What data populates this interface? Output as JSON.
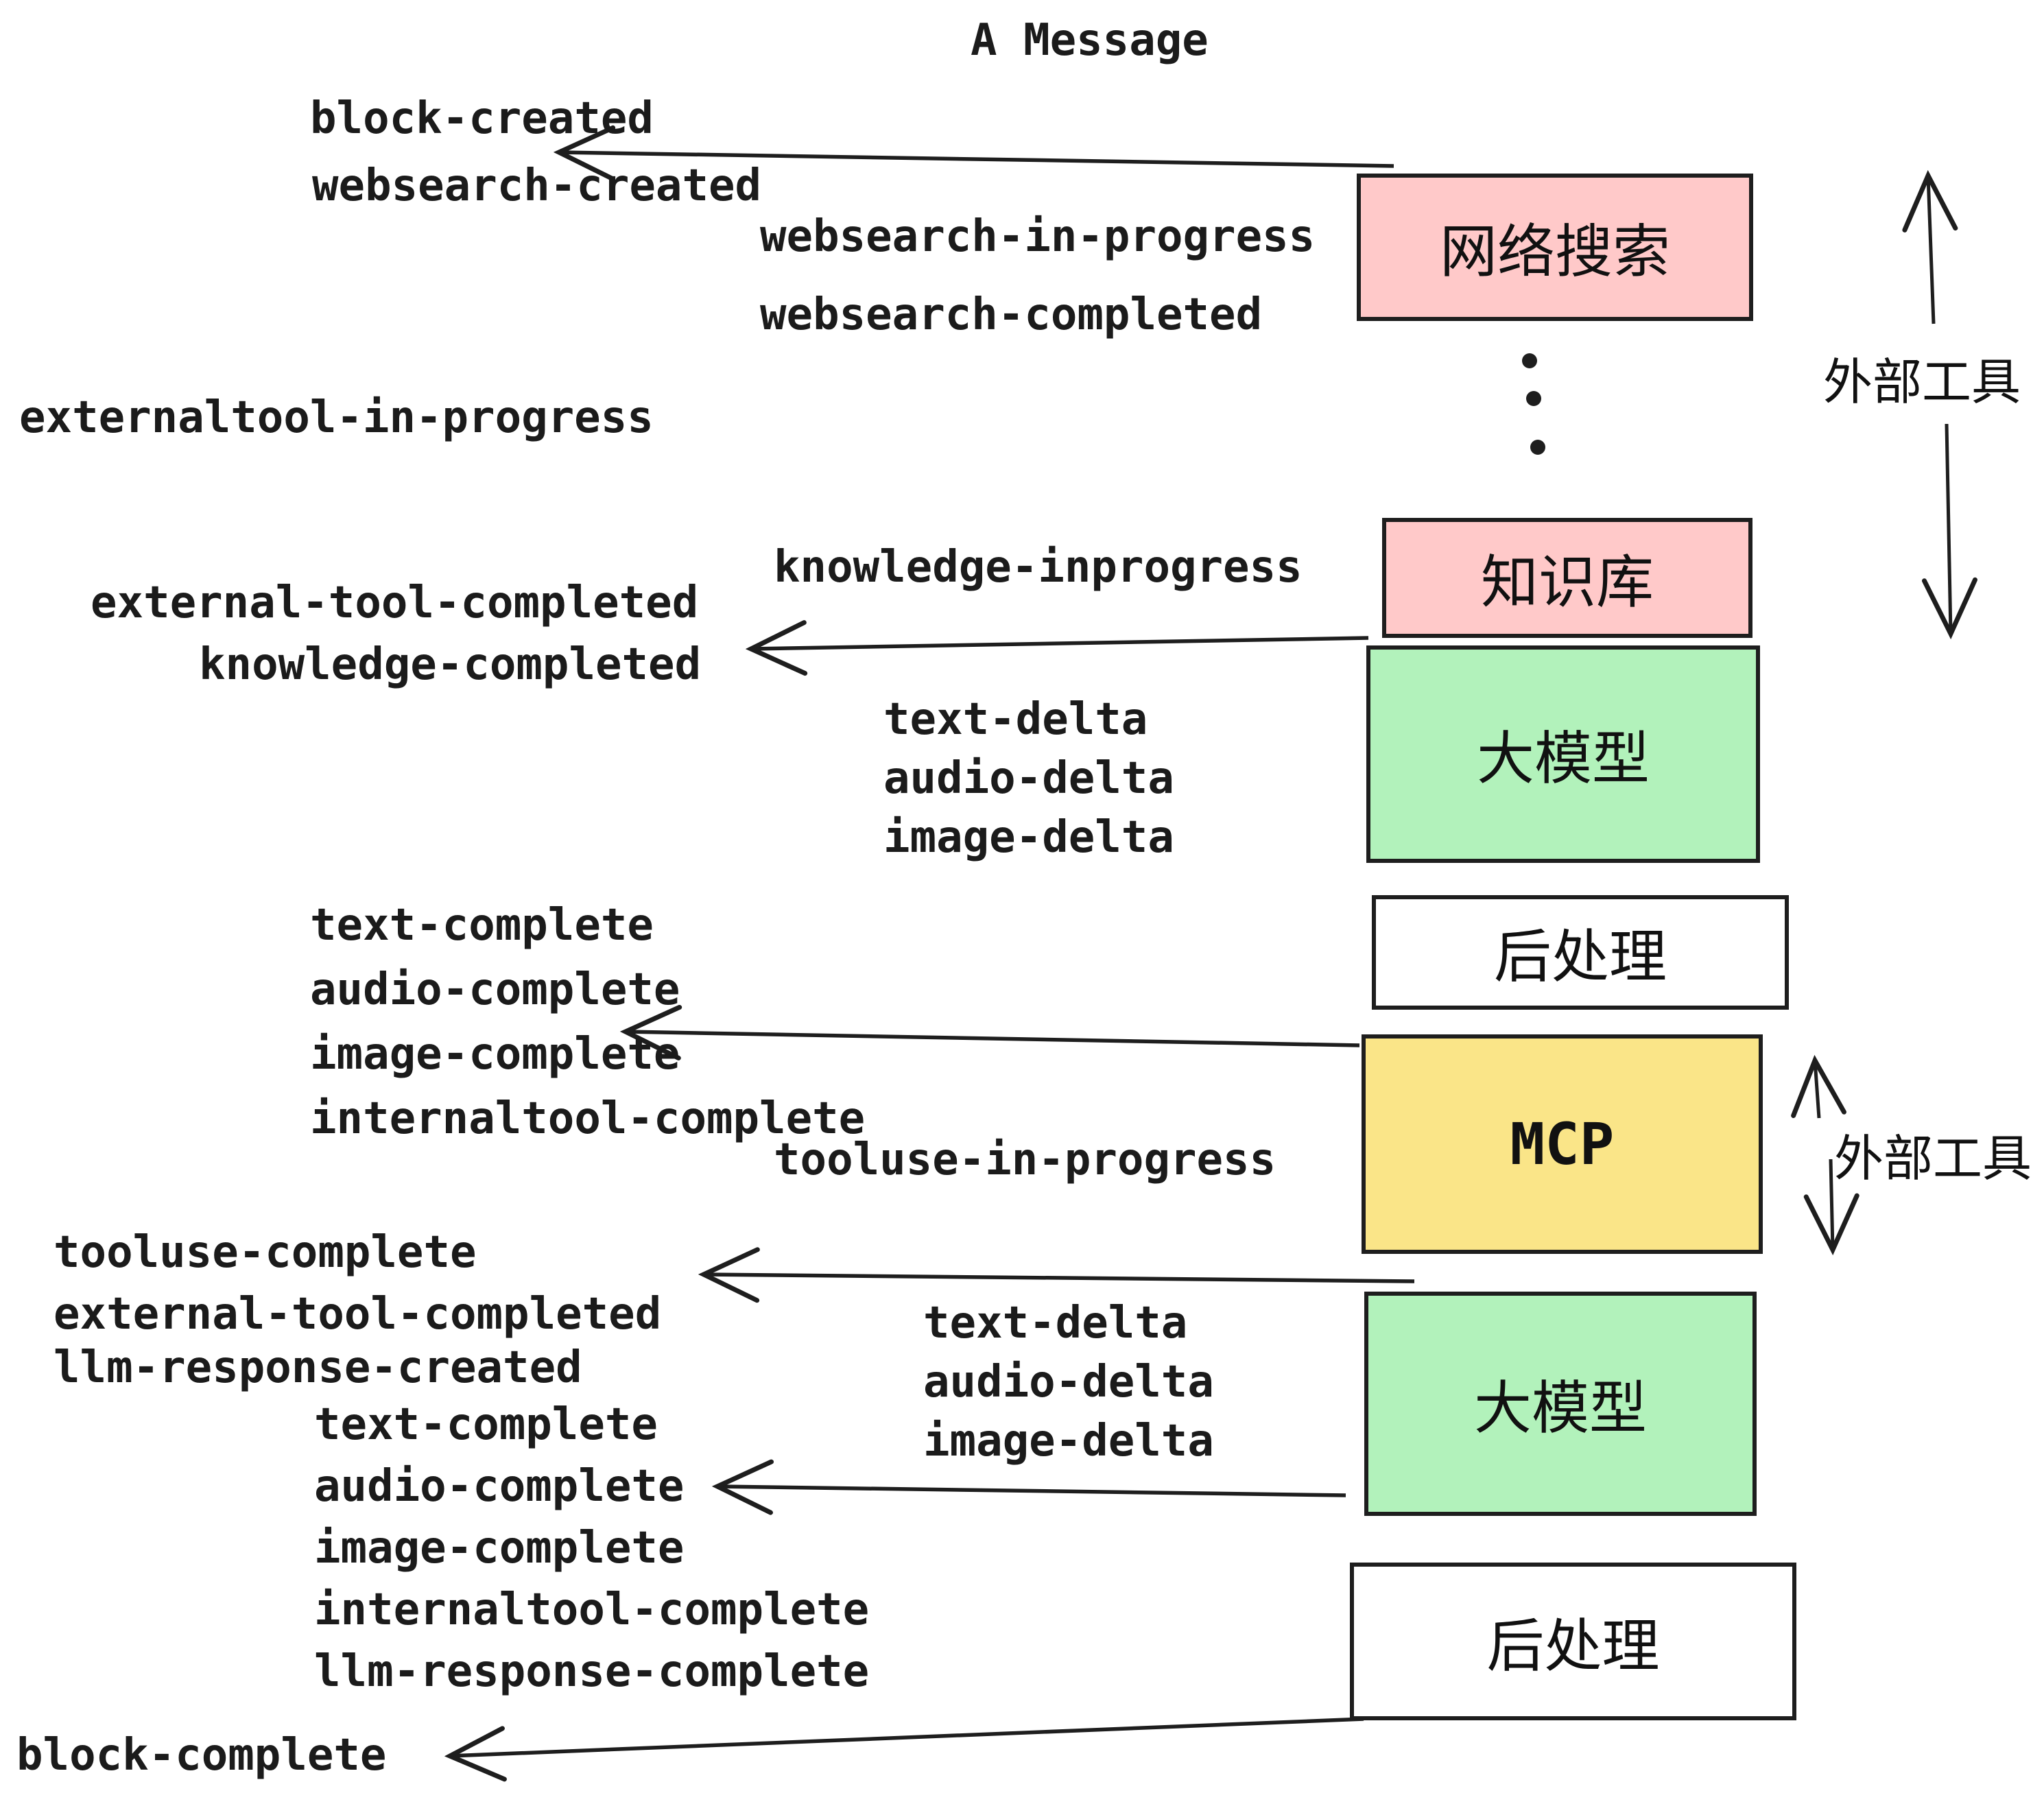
{
  "title": "A Message",
  "colors": {
    "box_pink": "#ffc9c9",
    "box_green": "#b2f2bb",
    "box_yellow": "#fae588",
    "box_white": "#ffffff",
    "ink": "#1e1e1e"
  },
  "boxes": {
    "websearch": "网络搜索",
    "knowledge": "知识库",
    "llm": "大模型",
    "postprocess": "后处理",
    "mcp": "MCP"
  },
  "side": {
    "external_tools": "外部工具"
  },
  "events": {
    "block_created": "block-created",
    "websearch_created": "websearch-created",
    "websearch_in_progress": "websearch-in-progress",
    "websearch_completed": "websearch-completed",
    "externaltool_in_progress": "externaltool-in-progress",
    "external_tool_completed": "external-tool-completed",
    "knowledge_completed": "knowledge-completed",
    "knowledge_inprogress": "knowledge-inprogress",
    "text_delta": "text-delta",
    "audio_delta": "audio-delta",
    "image_delta": "image-delta",
    "text_complete": "text-complete",
    "audio_complete": "audio-complete",
    "image_complete": "image-complete",
    "internaltool_complete": "internaltool-complete",
    "tooluse_in_progress": "tooluse-in-progress",
    "tooluse_complete": "tooluse-complete",
    "llm_response_created": "llm-response-created",
    "llm_response_complete": "llm-response-complete",
    "block_complete": "block-complete"
  }
}
